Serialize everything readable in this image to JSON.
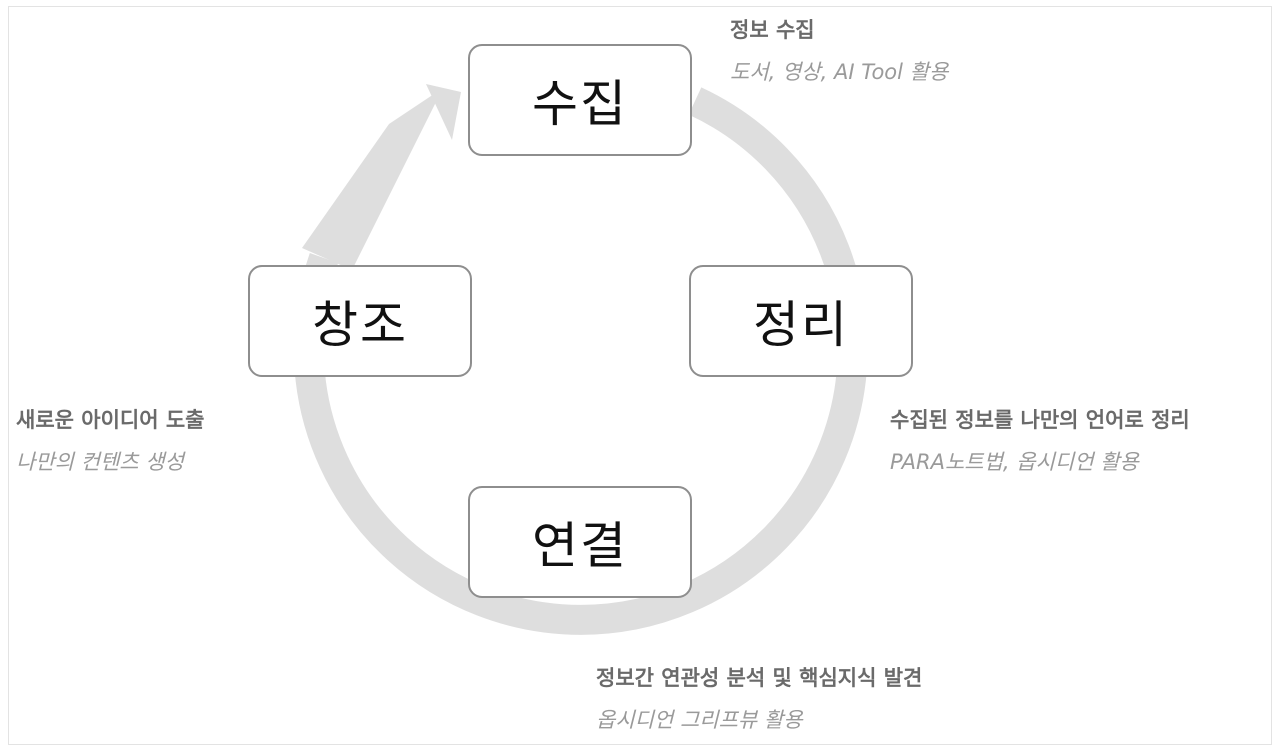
{
  "nodes": {
    "collect": "수집",
    "organize": "정리",
    "connect": "연결",
    "create": "창조"
  },
  "descriptions": {
    "collect": {
      "title": "정보 수집",
      "detail": "도서, 영상, AI Tool 활용"
    },
    "organize": {
      "title": "수집된 정보를 나만의 언어로 정리",
      "detail": "PARA노트법, 옵시디언 활용"
    },
    "connect": {
      "title": "정보간 연관성 분석 및 핵심지식 발견",
      "detail": "옵시디언 그리프뷰 활용"
    },
    "create": {
      "title": "새로운 아이디어 도출",
      "detail": "나만의 컨텐츠 생성"
    }
  },
  "colors": {
    "cycle_arrow": "#dedede",
    "node_border": "#8e8e8e",
    "title_text": "#6a6a6a",
    "detail_text": "#9a9a9a"
  }
}
